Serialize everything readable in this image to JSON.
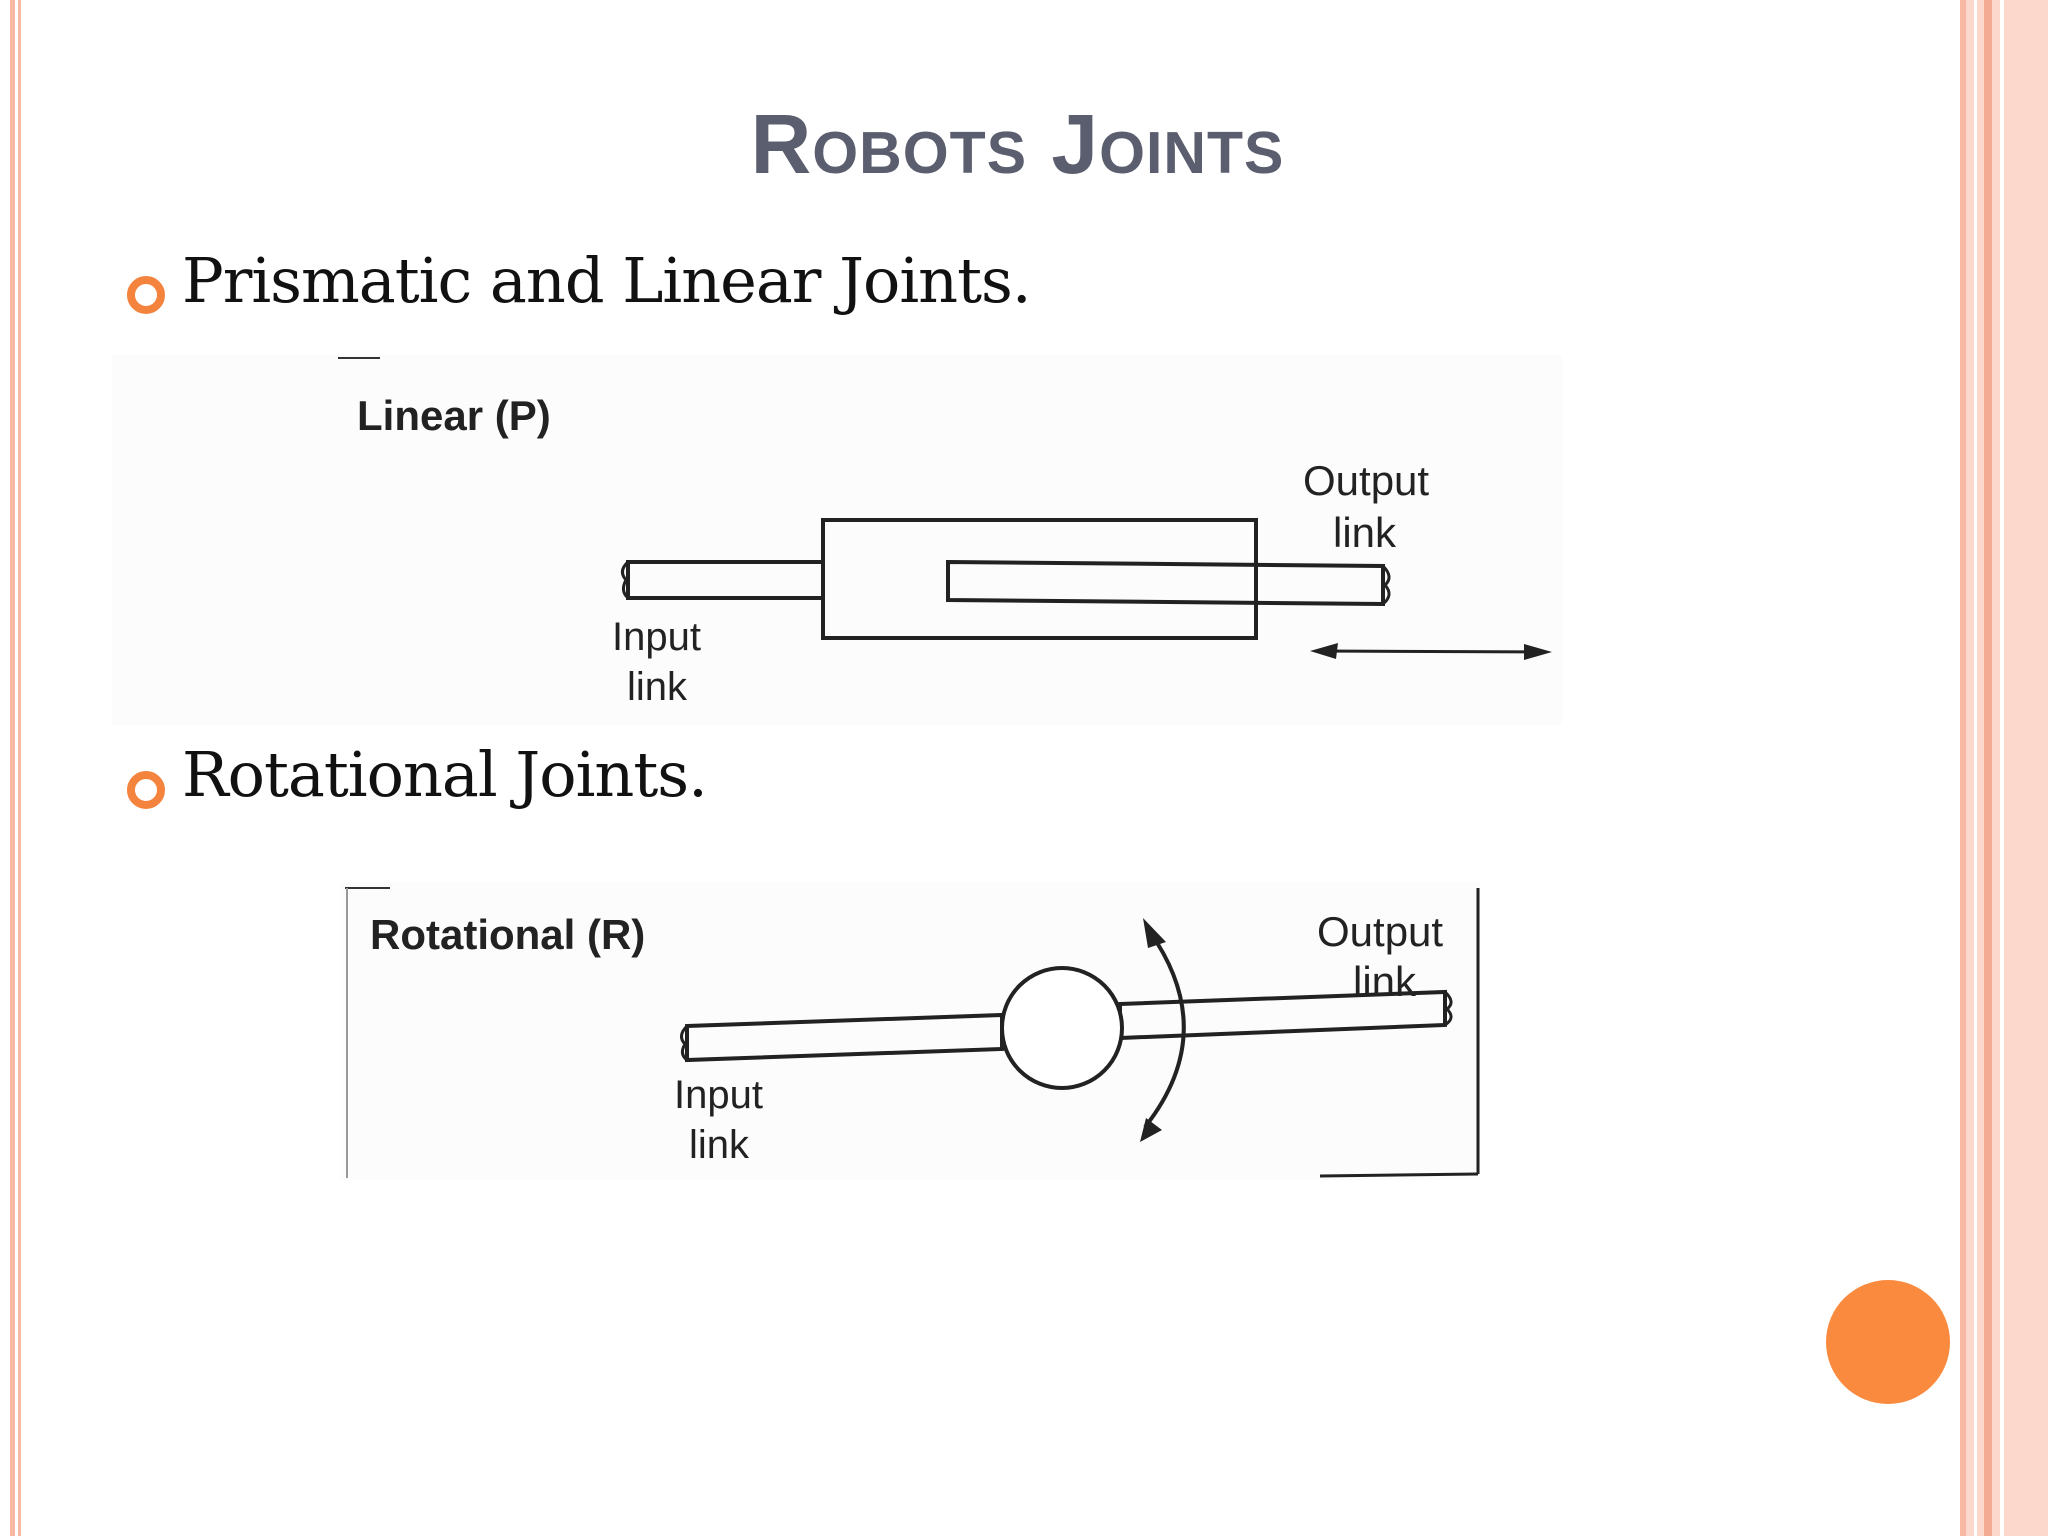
{
  "slide": {
    "title": "Robots Joints",
    "accent_color": "#f4833d",
    "border_color": "#f7b9a4",
    "bullets": [
      {
        "icon": "hollow-circle-bullet-icon",
        "text": "Prismatic and Linear Joints."
      },
      {
        "icon": "hollow-circle-bullet-icon",
        "text": "Rotational Joints."
      }
    ]
  },
  "diagrams": {
    "linear": {
      "title": "Linear (P)",
      "output_label_1": "Output",
      "output_label_2": "link",
      "input_label_1": "Input",
      "input_label_2": "link",
      "motion_icon": "double-arrow-icon"
    },
    "rotational": {
      "title": "Rotational (R)",
      "output_label_1": "Output",
      "output_label_2": "link",
      "input_label_1": "Input",
      "input_label_2": "link",
      "motion_icon": "curved-double-arrow-icon"
    }
  }
}
